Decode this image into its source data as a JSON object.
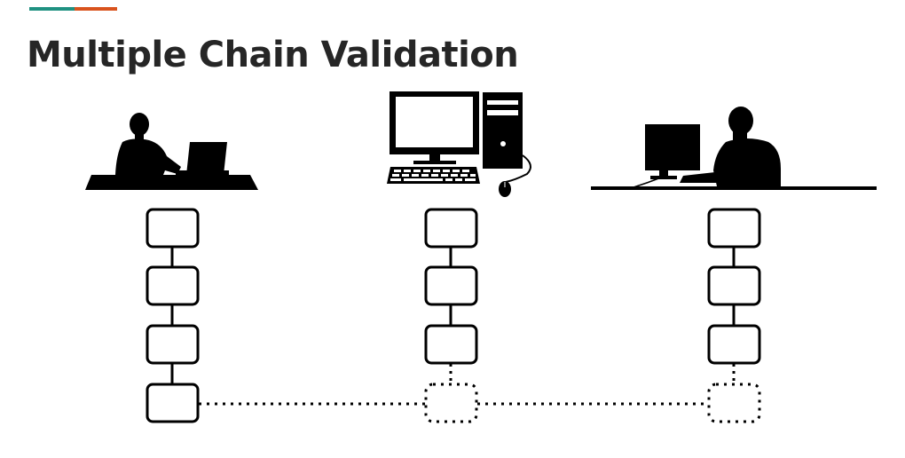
{
  "slide": {
    "title": "Multiple Chain Validation"
  },
  "colors": {
    "accent_teal": "#1f9181",
    "accent_orange": "#d9531e",
    "ink": "#000000",
    "title": "#262626"
  },
  "nodes": [
    {
      "name": "laptop-user-icon",
      "chain_blocks": 4,
      "pending_blocks": 0
    },
    {
      "name": "desktop-computer-icon",
      "chain_blocks": 3,
      "pending_blocks": 1
    },
    {
      "name": "desktop-user-icon",
      "chain_blocks": 3,
      "pending_blocks": 1
    }
  ]
}
